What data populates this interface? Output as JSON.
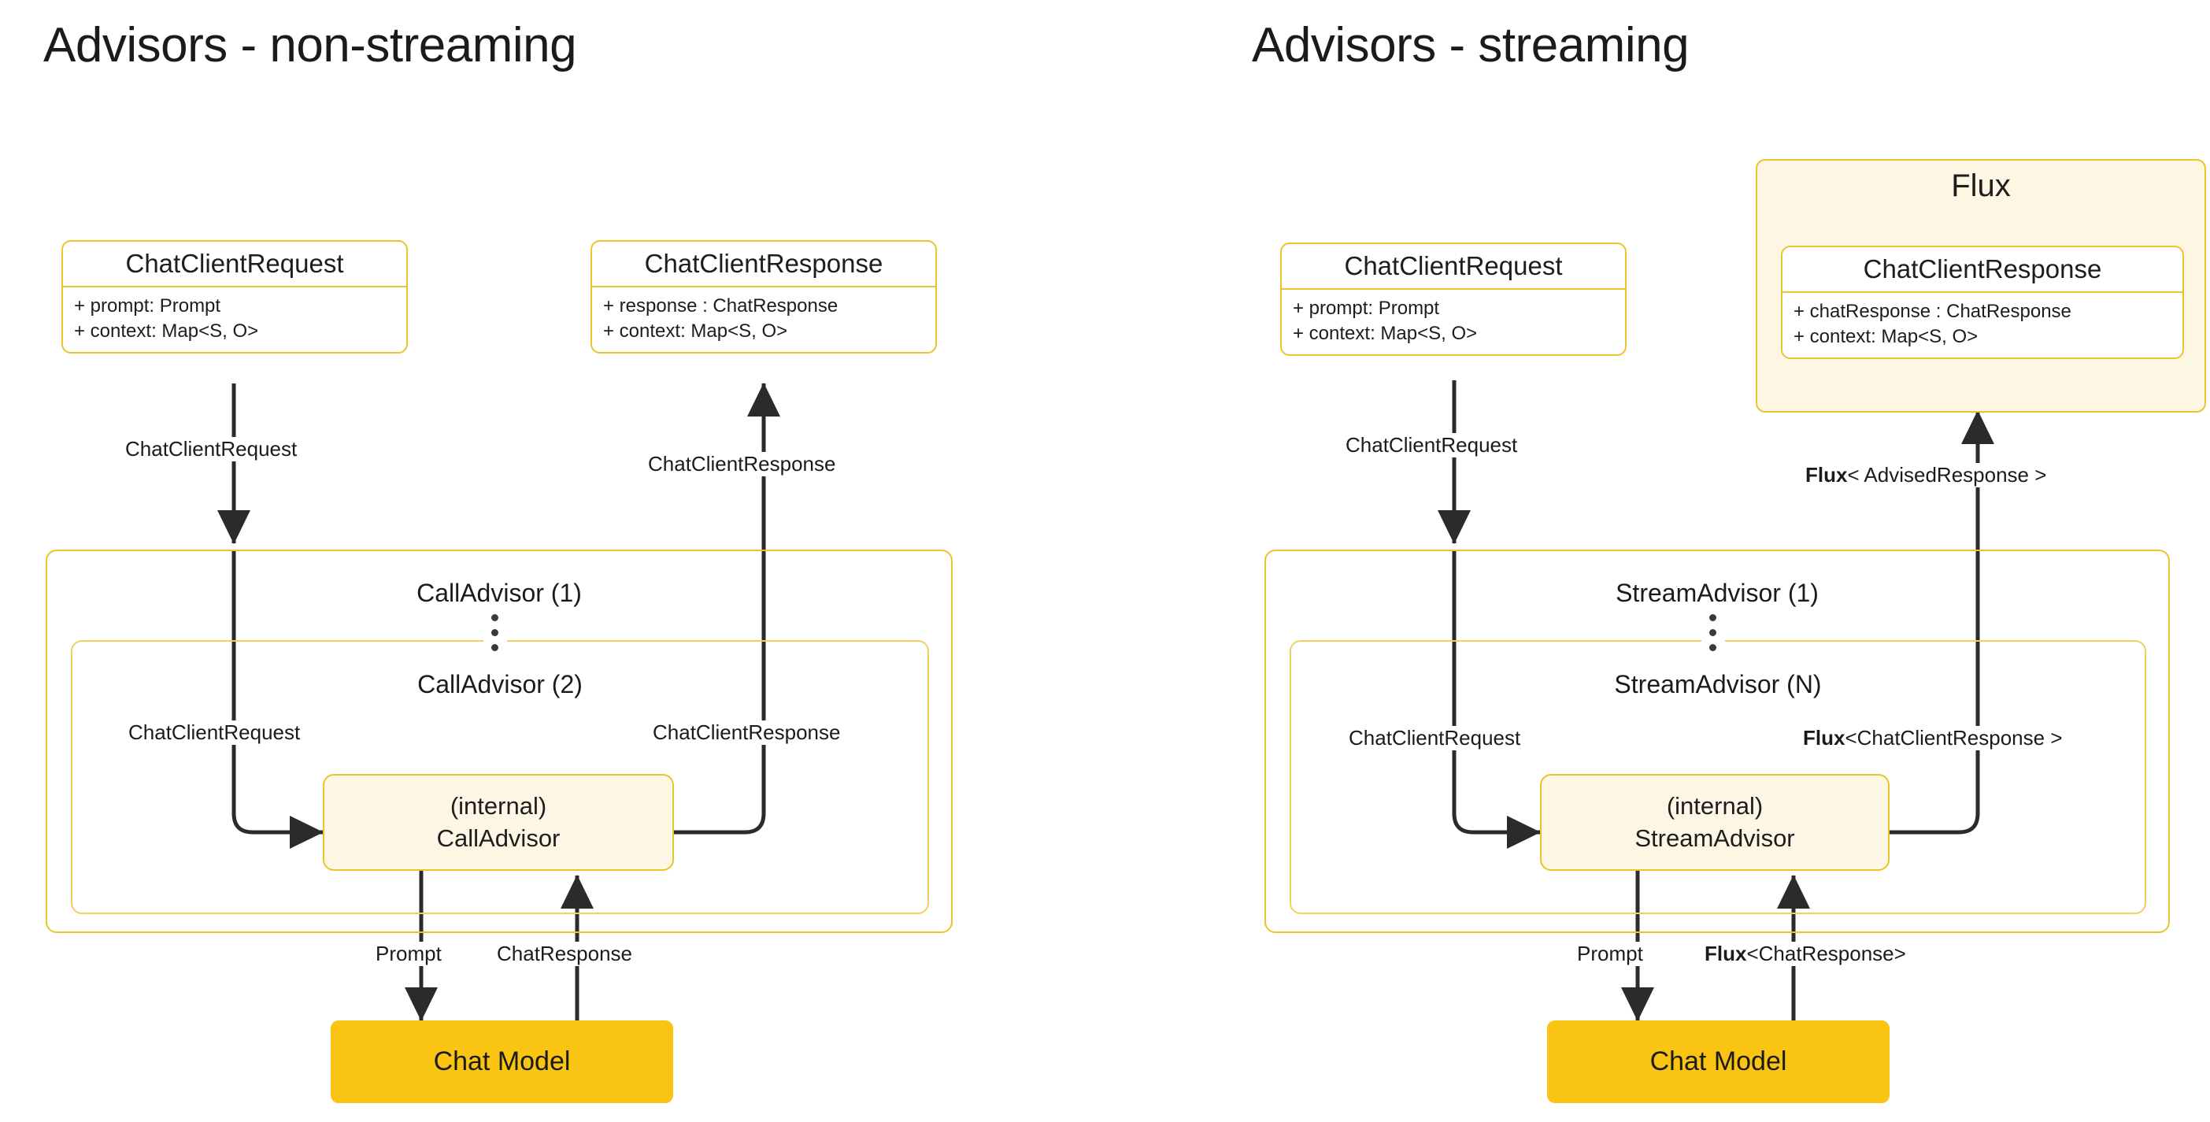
{
  "panels": [
    {
      "title": "Advisors - non-streaming",
      "request_box": {
        "title": "ChatClientRequest",
        "attrs": [
          "+ prompt: Prompt",
          "+ context: Map<S, O>"
        ]
      },
      "response_box": {
        "wrapper": null,
        "title": "ChatClientResponse",
        "attrs": [
          "+ response : ChatResponse",
          "+ context: Map<S, O>"
        ]
      },
      "advisor_outer_label": "CallAdvisor (1)",
      "advisor_inner_label": "CallAdvisor (2)",
      "internal_node": [
        "(internal)",
        "CallAdvisor"
      ],
      "chat_model": "Chat Model",
      "edges": {
        "top_request": "ChatClientRequest",
        "top_response": "ChatClientResponse",
        "inner_request": "ChatClientRequest",
        "inner_response": "ChatClientResponse",
        "model_request": "Prompt",
        "model_response": "ChatResponse",
        "model_response_prefix": "",
        "inner_response_prefix": "",
        "top_response_prefix": ""
      }
    },
    {
      "title": "Advisors - streaming",
      "request_box": {
        "title": "ChatClientRequest",
        "attrs": [
          "+ prompt: Prompt",
          "+ context: Map<S, O>"
        ]
      },
      "response_box": {
        "wrapper": "Flux",
        "title": "ChatClientResponse",
        "attrs": [
          "+ chatResponse : ChatResponse",
          "+ context: Map<S, O>"
        ]
      },
      "advisor_outer_label": "StreamAdvisor (1)",
      "advisor_inner_label": "StreamAdvisor (N)",
      "internal_node": [
        "(internal)",
        "StreamAdvisor"
      ],
      "chat_model": "Chat Model",
      "edges": {
        "top_request": "ChatClientRequest",
        "top_response": "< AdvisedResponse >",
        "top_response_prefix": "Flux",
        "inner_request": "ChatClientRequest",
        "inner_response": "<ChatClientResponse >",
        "inner_response_prefix": "Flux",
        "model_request": "Prompt",
        "model_response": "<ChatResponse>",
        "model_response_prefix": "Flux"
      }
    }
  ],
  "colors": {
    "accent_border": "#eac42c",
    "accent_fill": "#f9c412",
    "soft_fill": "#fdf6e4",
    "wire": "#2b2b2b",
    "background": "#ffffff"
  }
}
